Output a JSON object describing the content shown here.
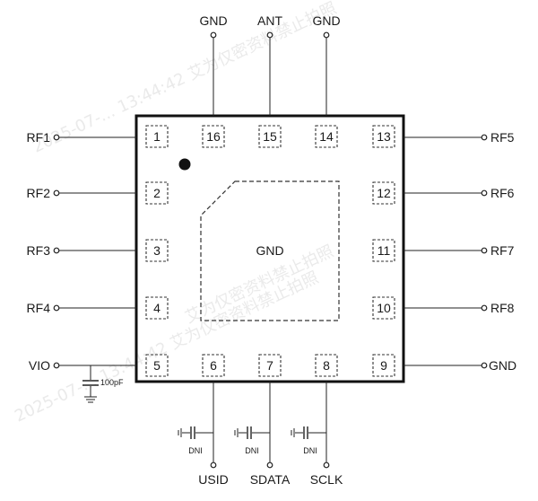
{
  "watermark": {
    "lines": [
      "2025-07-... 13:44:42 艾为仅密资料禁止拍照",
      "艾为仅密资料禁止拍照",
      "2025-07-... 13:44:42 艾为仅密资料禁止拍照"
    ]
  },
  "package": {
    "pad_label": "GND",
    "pins": [
      {
        "num": "1",
        "net": "RF1"
      },
      {
        "num": "2",
        "net": "RF2"
      },
      {
        "num": "3",
        "net": "RF3"
      },
      {
        "num": "4",
        "net": "RF4"
      },
      {
        "num": "5",
        "net": "VIO"
      },
      {
        "num": "6",
        "net": "USID"
      },
      {
        "num": "7",
        "net": "SDATA"
      },
      {
        "num": "8",
        "net": "SCLK"
      },
      {
        "num": "9",
        "net": "GND"
      },
      {
        "num": "10",
        "net": "RF8"
      },
      {
        "num": "11",
        "net": "RF7"
      },
      {
        "num": "12",
        "net": "RF6"
      },
      {
        "num": "13",
        "net": "RF5"
      },
      {
        "num": "14",
        "net": "GND"
      },
      {
        "num": "15",
        "net": "ANT"
      },
      {
        "num": "16",
        "net": "GND"
      }
    ]
  },
  "components": {
    "vio_cap": "100pF",
    "dni_caps": [
      "DNI",
      "DNI",
      "DNI"
    ]
  }
}
